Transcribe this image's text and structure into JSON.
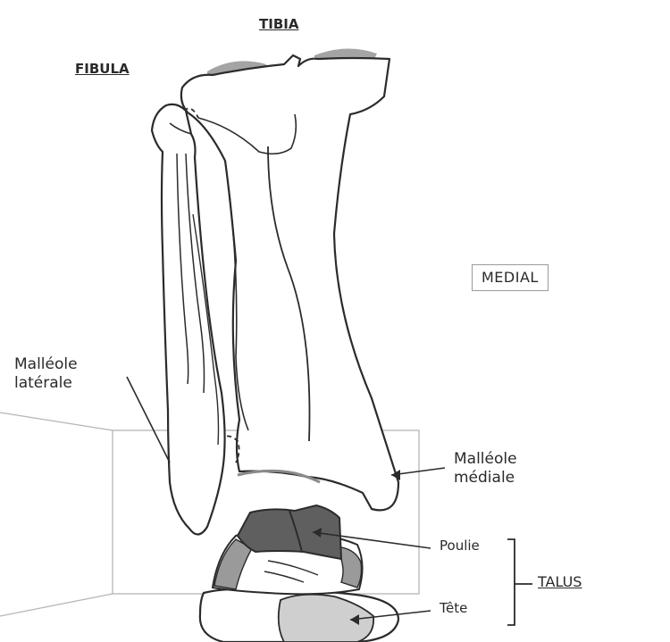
{
  "labels": {
    "tibia": "TIBIA",
    "fibula": "FIBULA",
    "medial": "MEDIAL",
    "malleole_laterale": [
      "Malléole",
      "latérale"
    ],
    "malleole_mediale": [
      "Malléole",
      "médiale"
    ],
    "poulie": "Poulie",
    "tete": "Tête",
    "talus": "TALUS"
  },
  "colors": {
    "outline": "#2b2b2b",
    "dark_fill": "#5f5f5f",
    "mid_fill": "#9a9a9a",
    "light_fill": "#cfcfcf",
    "frame": "#b5b5b5"
  }
}
